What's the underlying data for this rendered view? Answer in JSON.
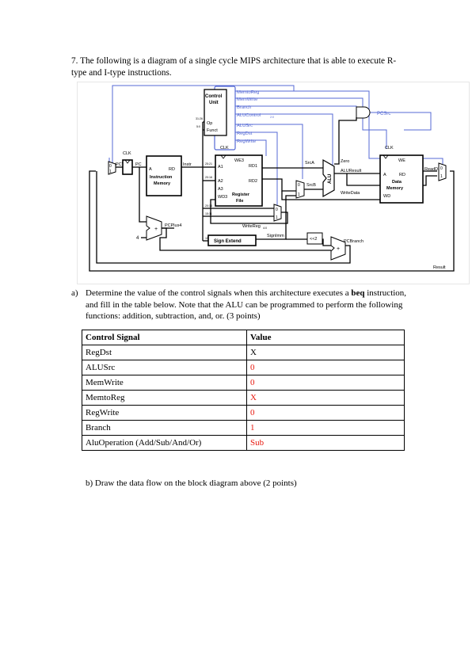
{
  "question7": {
    "text": "7. The following is a diagram of a single cycle MIPS architecture that is able to execute R-type and I-type instructions."
  },
  "diagram": {
    "control_unit": [
      "Control",
      "Unit"
    ],
    "control_inputs": [
      "Op",
      "Funct"
    ],
    "opfunct_bits": [
      "31:26",
      "5:0"
    ],
    "control_signals": [
      "MemtoReg",
      "MemWrite",
      "Branch",
      "ALUControl",
      "ALUSrc",
      "RegDst",
      "RegWrite"
    ],
    "alucontrol_sub": "2:0",
    "pcsrc": "PCSrc",
    "clk": "CLK",
    "pc_prime": "PC'",
    "pc": "PC",
    "imem": [
      "A",
      "RD",
      "Instruction",
      "Memory"
    ],
    "instr": "Instr",
    "regfile": [
      "WE3",
      "A1",
      "A2",
      "A3",
      "WD3",
      "RD1",
      "RD2",
      "Register",
      "File"
    ],
    "instr_bits": [
      "25:21",
      "20:16",
      "20:16",
      "15:11",
      "15:0"
    ],
    "srca": "SrcA",
    "srcb": "SrcB",
    "alu": "ALU",
    "zero": "Zero",
    "aluresult": "ALUResult",
    "writedata": "WriteData",
    "dmem": [
      "WE",
      "A",
      "RD",
      "Data",
      "Memory",
      "WD"
    ],
    "readdata": "ReadData",
    "writereg": "WriteReg",
    "writereg_sub": "4:0",
    "signext": "Sign Extend",
    "signimm": "SignImm",
    "shift": "<<2",
    "pcbranch": "PCBranch",
    "pcplus4": "PCPlus4",
    "four": "4",
    "result": "Result",
    "mux_zero": "0",
    "mux_one": "1"
  },
  "question_a": {
    "marker": "a)",
    "text_before": "Determine the value of the control signals when this architecture executes a ",
    "bold": "beq",
    "text_after": " instruction, and fill in the table below. Note that the ALU can be programmed to perform the following functions:  addition, subtraction, and, or. (3 points)"
  },
  "table": {
    "headers": [
      "Control Signal",
      "Value"
    ],
    "rows": [
      {
        "signal": "RegDst",
        "value": "X",
        "answer": false
      },
      {
        "signal": "ALUSrc",
        "value": "0",
        "answer": true
      },
      {
        "signal": "MemWrite",
        "value": "0",
        "answer": true
      },
      {
        "signal": "MemtoReg",
        "value": "X",
        "answer": true
      },
      {
        "signal": "RegWrite",
        "value": "0",
        "answer": true
      },
      {
        "signal": "Branch",
        "value": "1",
        "answer": true
      },
      {
        "signal": "AluOperation (Add/Sub/And/Or)",
        "value": "Sub",
        "answer": true
      }
    ]
  },
  "question_b": {
    "text": "b)   Draw the data flow on the block diagram above (2 points)"
  },
  "colors": {
    "text": "#000000",
    "answer": "#e8190f",
    "control_wire": "#5469d4"
  }
}
